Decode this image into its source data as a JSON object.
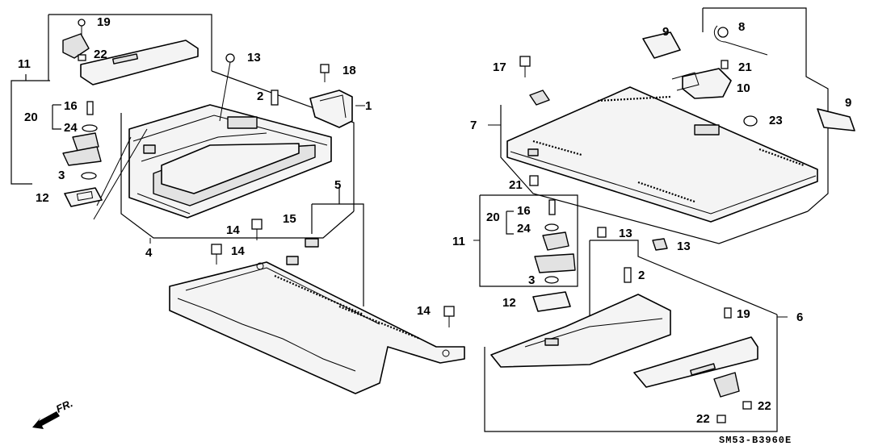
{
  "diagram": {
    "code": "SM53-B3960E",
    "direction_label": "FR.",
    "callouts": {
      "c1": "1",
      "c2a": "2",
      "c2b": "2",
      "c3a": "3",
      "c3b": "3",
      "c4": "4",
      "c5": "5",
      "c6": "6",
      "c7": "7",
      "c8": "8",
      "c9a": "9",
      "c9b": "9",
      "c10": "10",
      "c11a": "11",
      "c11b": "11",
      "c12a": "12",
      "c12b": "12",
      "c13a": "13",
      "c13b": "13",
      "c13c": "13",
      "c14a": "14",
      "c14b": "14",
      "c14c": "14",
      "c15": "15",
      "c16a": "16",
      "c16b": "16",
      "c17": "17",
      "c18": "18",
      "c19a": "19",
      "c19b": "19",
      "c20a": "20",
      "c20b": "20",
      "c21a": "21",
      "c21b": "21",
      "c22a": "22",
      "c22b": "22",
      "c22c": "22",
      "c23": "23",
      "c24a": "24",
      "c24b": "24"
    }
  }
}
